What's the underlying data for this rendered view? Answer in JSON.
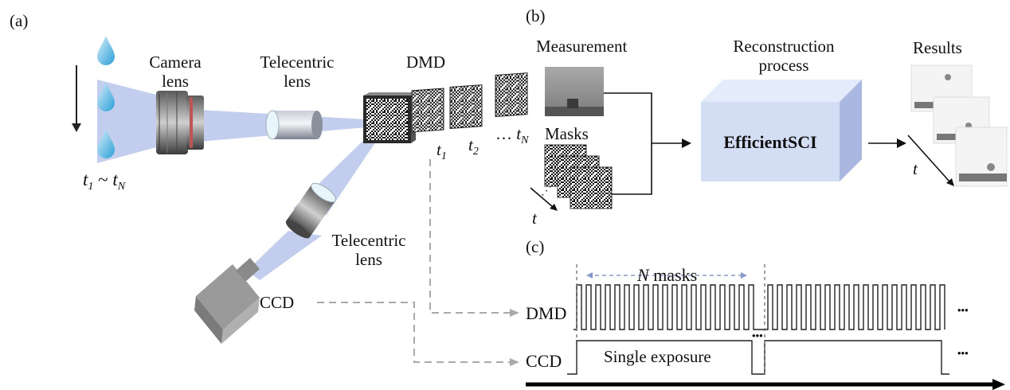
{
  "panels": {
    "a": "(a)",
    "b": "(b)",
    "c": "(c)"
  },
  "panel_a": {
    "camera_lens": [
      "Camera",
      "lens"
    ],
    "telecentric_top": [
      "Telecentric",
      "lens"
    ],
    "dmd": "DMD",
    "telecentric_bottom": [
      "Telecentric",
      "lens"
    ],
    "ccd": "CCD",
    "time_range": {
      "t": "t",
      "sub1": "1",
      "tilde": "~",
      "subN": "N"
    },
    "mask_times": {
      "t": "t",
      "sub1": "1",
      "sub2": "2",
      "subN": "N",
      "dots": "…"
    }
  },
  "panel_b": {
    "measurement": "Measurement",
    "masks": "Masks",
    "reconstruction": [
      "Reconstruction",
      "process"
    ],
    "model": "EfficientSCI",
    "results": "Results",
    "t_label": "t"
  },
  "panel_c": {
    "n_masks_var": "N",
    "n_masks_text": " masks",
    "dmd_label": "DMD",
    "ccd_label": "CCD",
    "single_exposure": "Single exposure",
    "ellipsis": "•••"
  },
  "colors": {
    "beam": "#b9c4ea",
    "lens_dark": "#555555",
    "cube_front": "#d3ddf4",
    "cube_side": "#aab7e0",
    "cube_top": "#e4ebfa",
    "dashed": "#aaaaaa",
    "signal": "#222222",
    "ccd_body": "#9a9a9a"
  }
}
